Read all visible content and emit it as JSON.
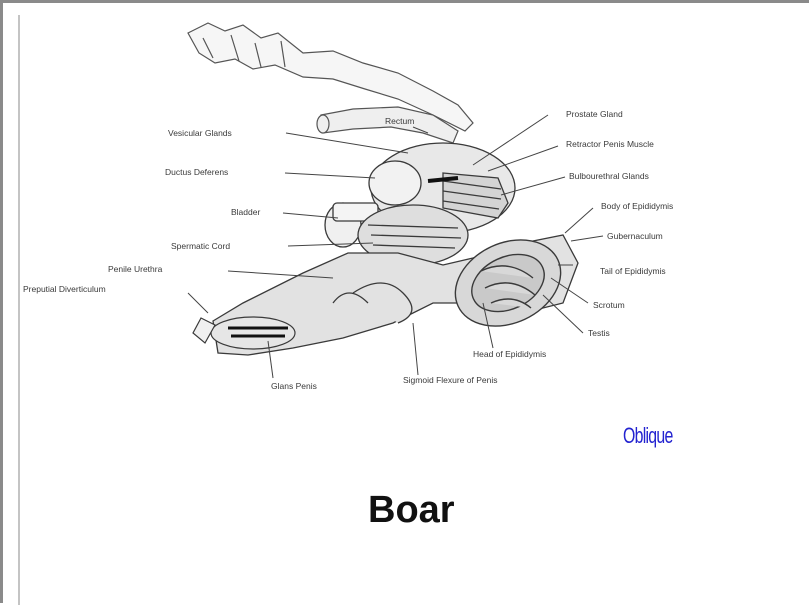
{
  "labels": {
    "vesicular_glands": "Vesicular Glands",
    "rectum": "Rectum",
    "prostate_gland": "Prostate Gland",
    "retractor_penis_muscle": "Retractor Penis Muscle",
    "ductus_deferens": "Ductus Deferens",
    "bulbourethral_glands": "Bulbourethral Glands",
    "bladder": "Bladder",
    "body_of_epididymis": "Body of Epididymis",
    "gubernaculum": "Gubernaculum",
    "spermatic_cord": "Spermatic Cord",
    "penile_urethra": "Penile Urethra",
    "tail_of_epididymis": "Tail of Epididymis",
    "preputial_diverticulum": "Preputial Diverticulum",
    "scrotum": "Scrotum",
    "testis": "Testis",
    "head_of_epididymis": "Head of Epididymis",
    "glans_penis": "Glans Penis",
    "sigmoid_flexure": "Sigmoid Flexure of Penis"
  },
  "view_label": "Oblique",
  "title": "Boar",
  "colors": {
    "view_label": "#2323d0",
    "title": "#111111",
    "drawing": "#444444"
  }
}
